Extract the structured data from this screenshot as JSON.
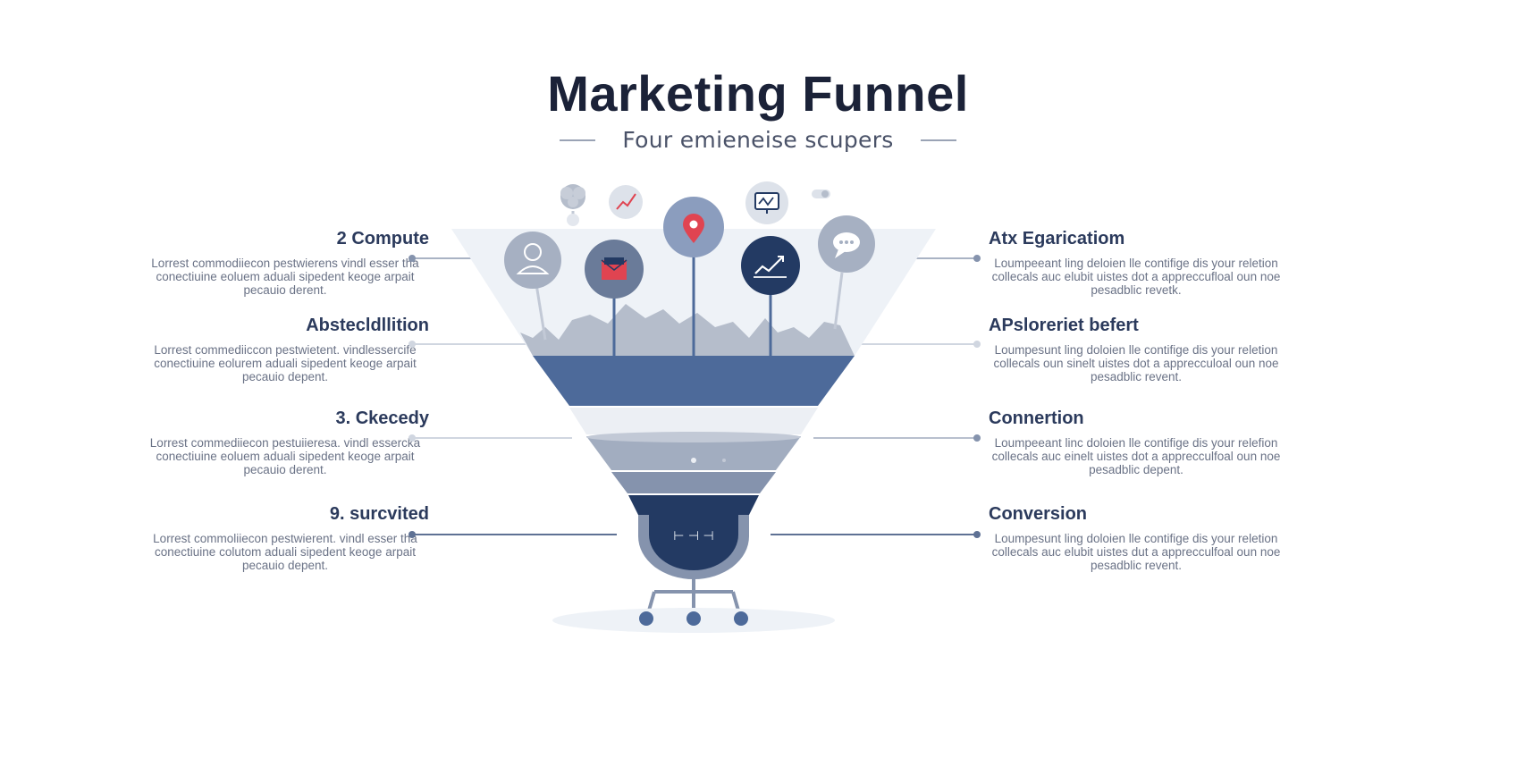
{
  "header": {
    "title": "Marketing Funnel",
    "subtitle": "Four emieneise scupers"
  },
  "left_items": [
    {
      "title": "2 Compute",
      "description": "Lorrest commodiiecon pestwierens vindl esser tha conectiuine eoluem aduali sipedent keoge arpait pecauio derent."
    },
    {
      "title": "Abstecldllition",
      "description": "Lorrest commediiccon pestwietent. vindlessercife conectiuine eolurem aduali sipedent keoge arpait pecauio depent."
    },
    {
      "title": "3. Ckecedy",
      "description": "Lorrest commediiecon pestuiieresa. vindl essercka conectiuine eoluem aduali sipedent keoge arpait pecauio derent."
    },
    {
      "title": "9. surcvited",
      "description": "Lorrest commoliiecon pestwierent. vindl esser tha conectiuine colutom aduali sipedent keoge arpait pecauio depent."
    }
  ],
  "right_items": [
    {
      "title": "Atx Egaricatiom",
      "description": "Loumpeeant ling deloien lle contifige dis your reletion collecals auc elubit uistes dot a appreccufloal oun noe pesadblic revetk."
    },
    {
      "title": "APsloreriet befert",
      "description": "Loumpesunt ling doloien lle contifige dis your reletion collecals oun sinelt uistes dot a apprecculoal oun noe pesadblic revent."
    },
    {
      "title": "Connertion",
      "description": "Loumpeeant linc doloien lle contifige dis your relefion collecals auc einelt uistes dot a apprecculfoal oun noe pesadblic depent."
    },
    {
      "title": "Conversion",
      "description": "Loumpesunt ling doloien lle contifige dis your reletion collecals auc elubit uistes dut a apprecculfoal oun noe pesadblic revent."
    }
  ],
  "funnel": {
    "bowl_label": "⊢ ⊣ ⊣"
  },
  "icons": [
    "brain-icon",
    "trend-chart-icon",
    "location-pin-icon",
    "monitor-chart-icon",
    "toggle-icon",
    "user-icon",
    "mail-icon",
    "growth-chart-icon",
    "chat-bubble-icon"
  ],
  "colors": {
    "navy": "#233a63",
    "steel_blue": "#4d6a9a",
    "slate": "#8593ad",
    "light_slate": "#b5bdcb",
    "pale": "#e8edf3",
    "accent_red": "#e04451",
    "title": "#1b2238"
  }
}
